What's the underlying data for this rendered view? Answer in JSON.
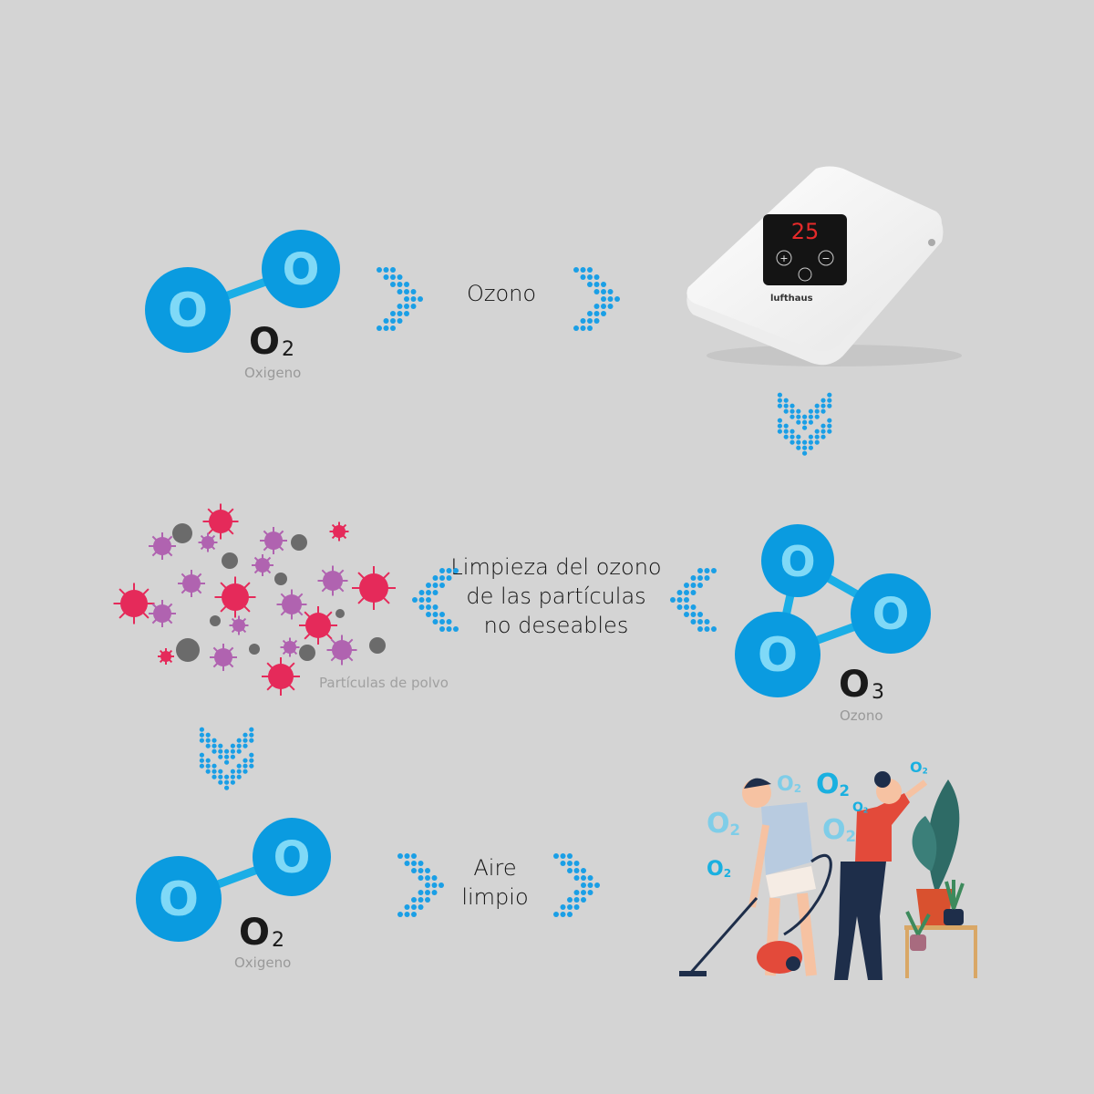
{
  "colors": {
    "molecule": "#0a9be0",
    "atom_letter": "#7fd9f7",
    "bond": "#1aaee6",
    "arrow_dots": "#1a9fe6",
    "virus_red": "#e52a5a",
    "virus_purple": "#b063b0",
    "dust": "#6b6b6b"
  },
  "step1": {
    "atom_letter": "O",
    "formula": "O",
    "subscript": "2",
    "caption": "Oxigeno",
    "arrow_label": "Ozono"
  },
  "device": {
    "display": "25",
    "plus": "+",
    "minus": "−",
    "brand": "lufthaus"
  },
  "step2": {
    "atom_letter": "O",
    "formula": "O",
    "subscript": "3",
    "caption": "Ozono",
    "arrow_label_lines": [
      "Limpieza del ozono",
      "de las partículas",
      "no deseables"
    ]
  },
  "particles": {
    "caption": "Partículas de polvo"
  },
  "step3": {
    "atom_letter": "O",
    "formula": "O",
    "subscript": "2",
    "caption": "Oxigeno",
    "arrow_label_lines": [
      "Aire",
      "limpio"
    ]
  },
  "illustration": {
    "o2_labels": [
      {
        "o": "O",
        "s": "2"
      },
      {
        "o": "O",
        "s": "2"
      },
      {
        "o": "O",
        "s": "2"
      },
      {
        "o": "O",
        "s": "2"
      },
      {
        "o": "O",
        "s": "2"
      },
      {
        "o": "O",
        "s": "2"
      },
      {
        "o": "O",
        "s": "2"
      }
    ]
  }
}
